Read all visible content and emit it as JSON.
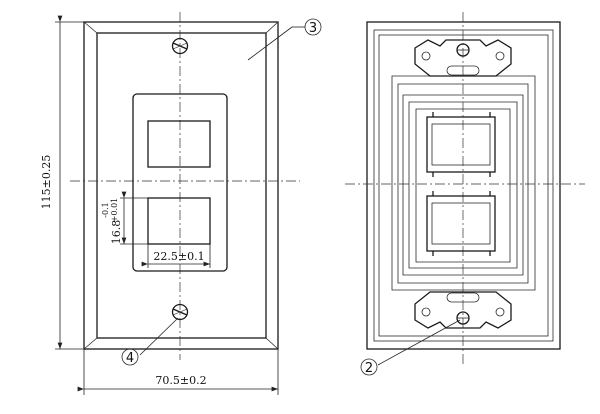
{
  "dimensions": {
    "height": "115±0.25",
    "width": "70.5±0.2",
    "opening_width": "22.5±0.1",
    "opening_height_value": "16.8",
    "opening_height_tol": "-0.1",
    "opening_height_tol2": "+0.01"
  },
  "callouts": {
    "c3": "3",
    "c4": "4",
    "c2": "2"
  }
}
